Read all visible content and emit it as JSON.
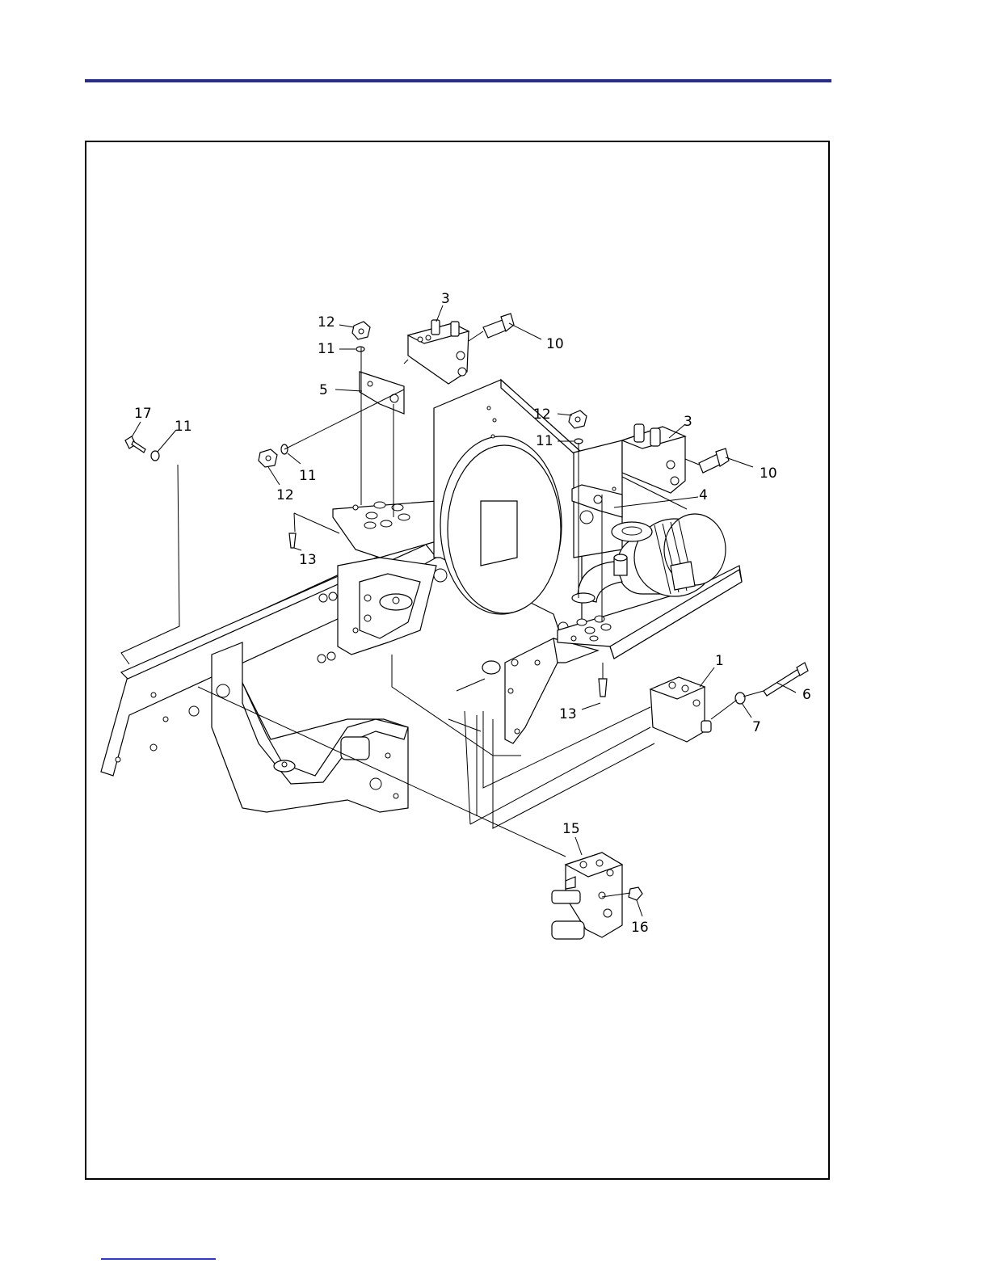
{
  "page": {
    "rule_color": "#2b2d7e",
    "link_color": "#3a3aa8"
  },
  "diagram": {
    "callouts": [
      {
        "id": "c3a",
        "label": "3"
      },
      {
        "id": "c12a",
        "label": "12"
      },
      {
        "id": "c11a",
        "label": "11"
      },
      {
        "id": "c10a",
        "label": "10"
      },
      {
        "id": "c5",
        "label": "5"
      },
      {
        "id": "c17",
        "label": "17"
      },
      {
        "id": "c11b",
        "label": "11"
      },
      {
        "id": "c11c",
        "label": "11"
      },
      {
        "id": "c12b",
        "label": "12"
      },
      {
        "id": "c13a",
        "label": "13"
      },
      {
        "id": "c12c",
        "label": "12"
      },
      {
        "id": "c11d",
        "label": "11"
      },
      {
        "id": "c3b",
        "label": "3"
      },
      {
        "id": "c10b",
        "label": "10"
      },
      {
        "id": "c4",
        "label": "4"
      },
      {
        "id": "c1",
        "label": "1"
      },
      {
        "id": "c6",
        "label": "6"
      },
      {
        "id": "c13b",
        "label": "13"
      },
      {
        "id": "c7",
        "label": "7"
      },
      {
        "id": "c15",
        "label": "15"
      },
      {
        "id": "c16",
        "label": "16"
      }
    ]
  }
}
